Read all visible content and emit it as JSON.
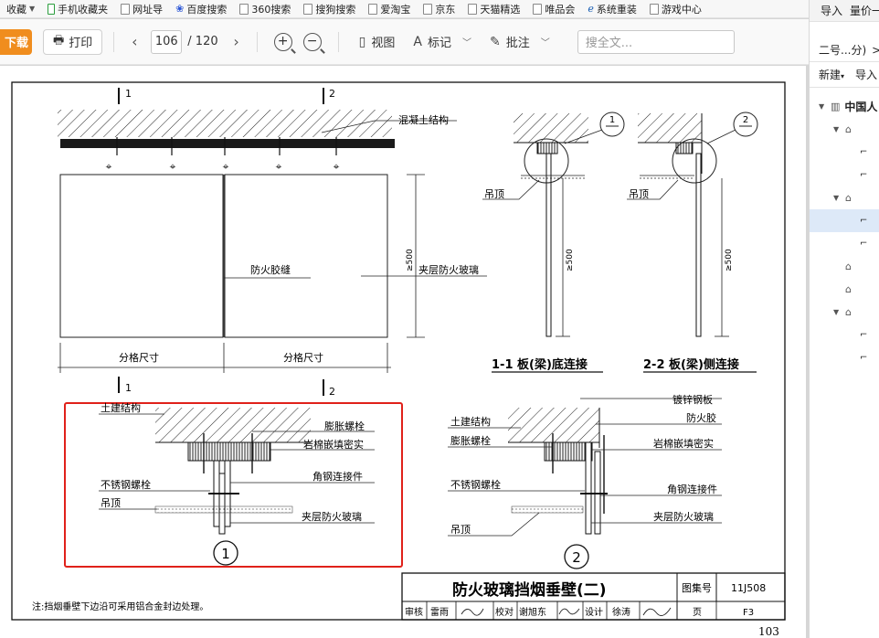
{
  "bookmarks": [
    {
      "label": "收藏",
      "icon": "folder-icon"
    },
    {
      "label": "手机收藏夹",
      "icon": "phone-icon"
    },
    {
      "label": "网址导",
      "icon": "page-icon"
    },
    {
      "label": "百度搜索",
      "icon": "paw-icon"
    },
    {
      "label": "360搜索",
      "icon": "page-icon"
    },
    {
      "label": "搜狗搜索",
      "icon": "page-icon"
    },
    {
      "label": "爱淘宝",
      "icon": "page-icon"
    },
    {
      "label": "京东",
      "icon": "page-icon"
    },
    {
      "label": "天猫精选",
      "icon": "page-icon"
    },
    {
      "label": "唯品会",
      "icon": "page-icon"
    },
    {
      "label": "系统重装",
      "icon": "ie-icon"
    },
    {
      "label": "游戏中心",
      "icon": "page-icon"
    }
  ],
  "toolbar": {
    "download": "下载",
    "print": "打印",
    "page_current": "106",
    "page_total": "/ 120",
    "view": "视图",
    "mark": "标记",
    "annotate": "批注",
    "search_placeholder": "搜全文..."
  },
  "rpanel": {
    "import": "导入",
    "quantity": "量价一",
    "tab": "二号...分)",
    "tab_more": ">",
    "new": "新建",
    "import2": "导入",
    "tree": [
      {
        "label": "中国人",
        "level": 0,
        "expanded": true
      },
      {
        "label": "",
        "level": 1,
        "expanded": true
      },
      {
        "label": "",
        "level": 2
      },
      {
        "label": "",
        "level": 2
      },
      {
        "label": "",
        "level": 1,
        "expanded": true
      },
      {
        "label": "",
        "level": 2,
        "selected": true
      },
      {
        "label": "",
        "level": 2
      },
      {
        "label": "",
        "level": 1
      },
      {
        "label": "",
        "level": 1
      },
      {
        "label": "",
        "level": 1,
        "expanded": true
      },
      {
        "label": "",
        "level": 2
      },
      {
        "label": "",
        "level": 2
      }
    ]
  },
  "drawing": {
    "section_mark_1": "1",
    "section_mark_2": "2",
    "label_concrete": "混凝土结构",
    "label_fire_glue": "防火胶缝",
    "label_laminated_glass": "夹层防火玻璃",
    "label_gt500": "≥500",
    "label_grid_size": "分格尺寸",
    "label_ceiling": "吊顶",
    "title_1_1": "1-1 板(梁)底连接",
    "title_2_2": "2-2 板(梁)侧连接",
    "detail1": {
      "civil": "土建结构",
      "expansion_bolt": "膨胀螺栓",
      "rock_wool": "岩棉嵌填密实",
      "angle_steel": "角钢连接件",
      "ss_bolt": "不锈钢螺栓",
      "ceiling": "吊顶",
      "glass": "夹层防火玻璃",
      "num": "1"
    },
    "detail2": {
      "galvanized": "镀锌钢板",
      "fire_glue": "防火胶",
      "civil": "土建结构",
      "expansion_bolt": "膨胀螺栓",
      "rock_wool": "岩棉嵌填密实",
      "ss_bolt": "不锈钢螺栓",
      "angle_steel": "角钢连接件",
      "glass": "夹层防火玻璃",
      "ceiling": "吊顶",
      "num": "2"
    },
    "title_block": {
      "title": "防火玻璃挡烟垂壁(二)",
      "atlas_label": "图集号",
      "atlas_no": "11J508",
      "review": "审核",
      "reviewer": "雷雨",
      "check": "校对",
      "checker": "谢旭东",
      "design": "设计",
      "designer": "徐涛",
      "page_label": "页",
      "page_no": "F3"
    },
    "note": "注:挡烟垂壁下边沿可采用铝合金封边处理。",
    "page_number": "103"
  }
}
